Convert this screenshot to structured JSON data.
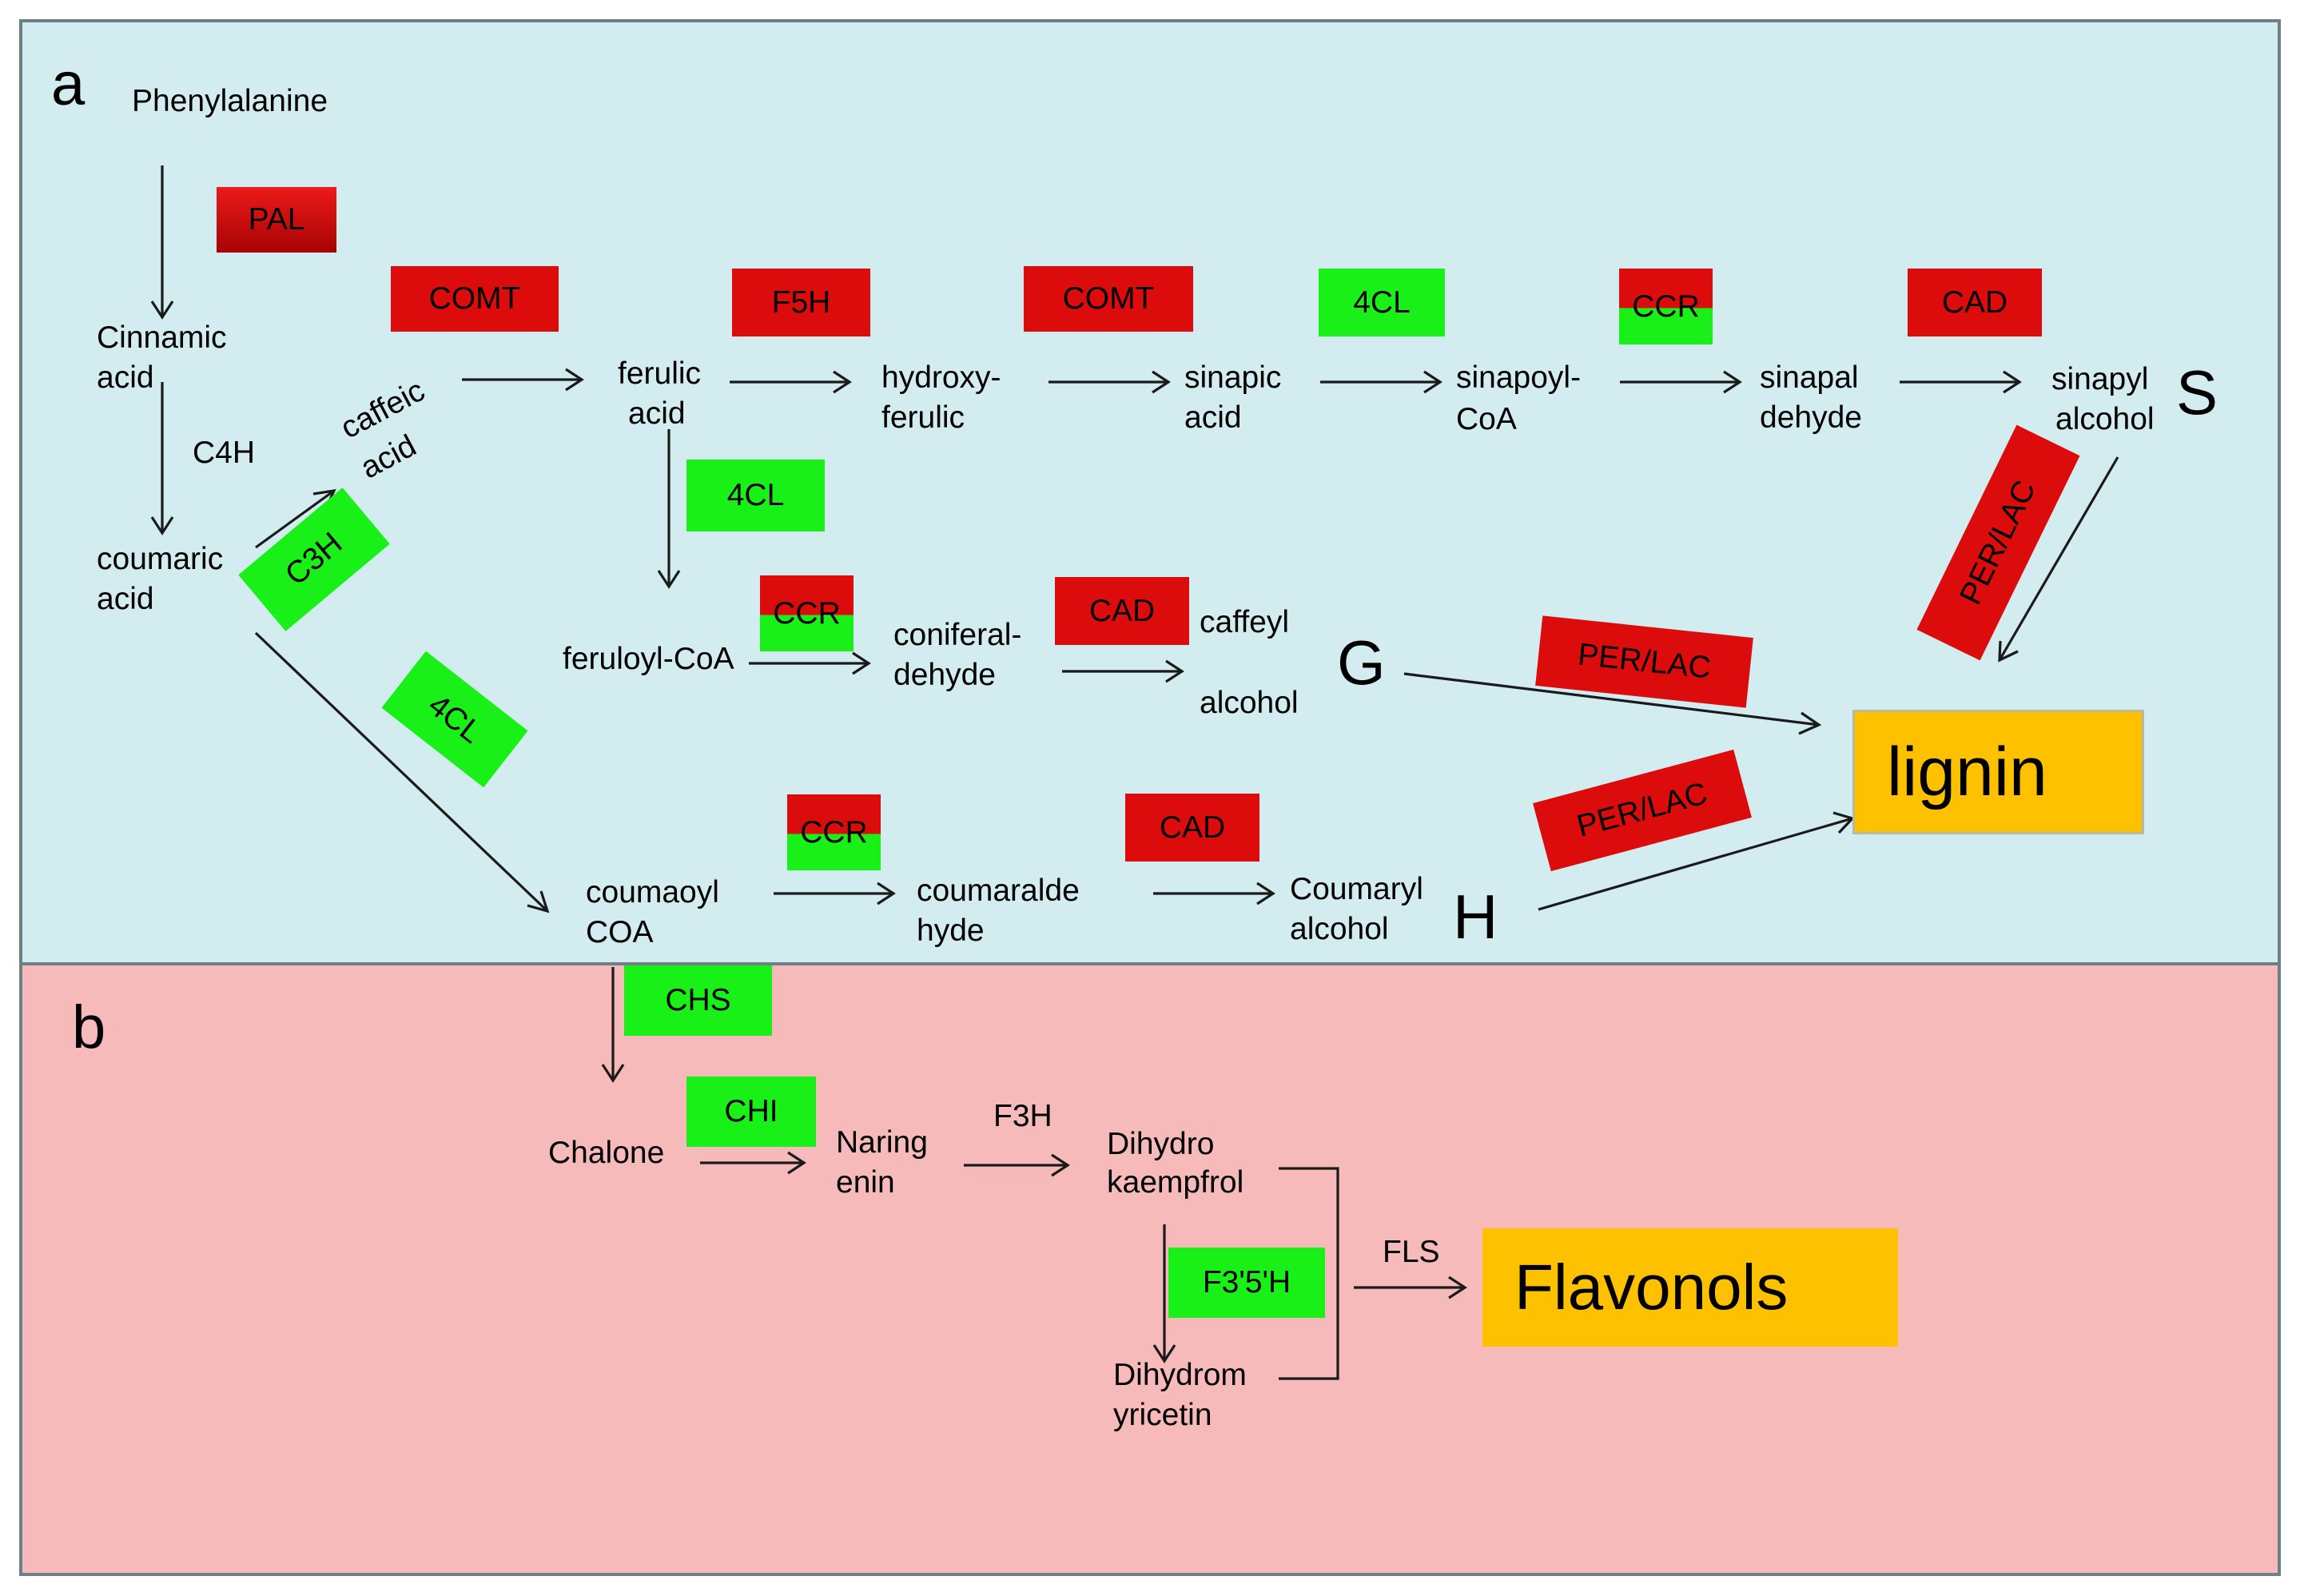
{
  "panels": {
    "a": "a",
    "b": "b"
  },
  "molecules": {
    "phenylalanine": "Phenylalanine",
    "cinnamic_1": "Cinnamic",
    "cinnamic_2": "acid",
    "c4h": "C4H",
    "coumaric_1": "coumaric",
    "coumaric_2": "acid",
    "caffeic_1": "caffeic",
    "caffeic_2": "acid",
    "ferulic_1": "ferulic",
    "ferulic_2": "acid",
    "hydroxyferulic_1": "hydroxy-",
    "hydroxyferulic_2": "ferulic",
    "sinapic_1": "sinapic",
    "sinapic_2": "acid",
    "sinapoyl_1": "sinapoyl-",
    "sinapoyl_2": "CoA",
    "sinapal_1": "sinapal",
    "sinapal_2": "dehyde",
    "sinapyl_1": "sinapyl",
    "sinapyl_2": "alcohol",
    "feruloyl": "feruloyl-CoA",
    "coniferal_1": "coniferal-",
    "coniferal_2": "dehyde",
    "caffeyl": "caffeyl",
    "caffeyl_alcohol": "alcohol",
    "coumaoyl_1": "coumaoyl",
    "coumaoyl_2": "COA",
    "coumaralde_1": "coumaralde",
    "coumaralde_2": "hyde",
    "coumaryl_1": "Coumaryl",
    "coumaryl_2": "alcohol",
    "chalone": "Chalone",
    "naring_1": "Naring",
    "naring_2": "enin",
    "f3h": "F3H",
    "dihydrokaempferol_1": "Dihydro",
    "dihydrokaempferol_2": "kaempfrol",
    "dihydromyricetin_1": "Dihydrom",
    "dihydromyricetin_2": "yricetin",
    "fls": "FLS"
  },
  "subunit_letters": {
    "s": "S",
    "g": "G",
    "h": "H"
  },
  "enzymes": {
    "pal": "PAL",
    "comt_1": "COMT",
    "f5h": "F5H",
    "comt_2": "COMT",
    "4cl_1": "4CL",
    "ccr_1": "CCR",
    "cad_1": "CAD",
    "4cl_2": "4CL",
    "c3h": "C3H",
    "ccr_2": "CCR",
    "cad_2": "CAD",
    "per_lac_1": "PER/LAC",
    "per_lac_2": "PER/LAC",
    "4cl_3": "4CL",
    "ccr_3": "CCR",
    "cad_3": "CAD",
    "per_lac_3": "PER/LAC",
    "chs": "CHS",
    "chi": "CHI",
    "f35h": "F3'5'H"
  },
  "products": {
    "lignin": "lignin",
    "flavonols": "Flavonols"
  },
  "colors": {
    "panel_a_bg": "#d3ecef",
    "panel_b_bg": "#f6baba",
    "up_regulated": "#dd0c0c",
    "down_regulated": "#18f018",
    "product": "#fec100"
  }
}
